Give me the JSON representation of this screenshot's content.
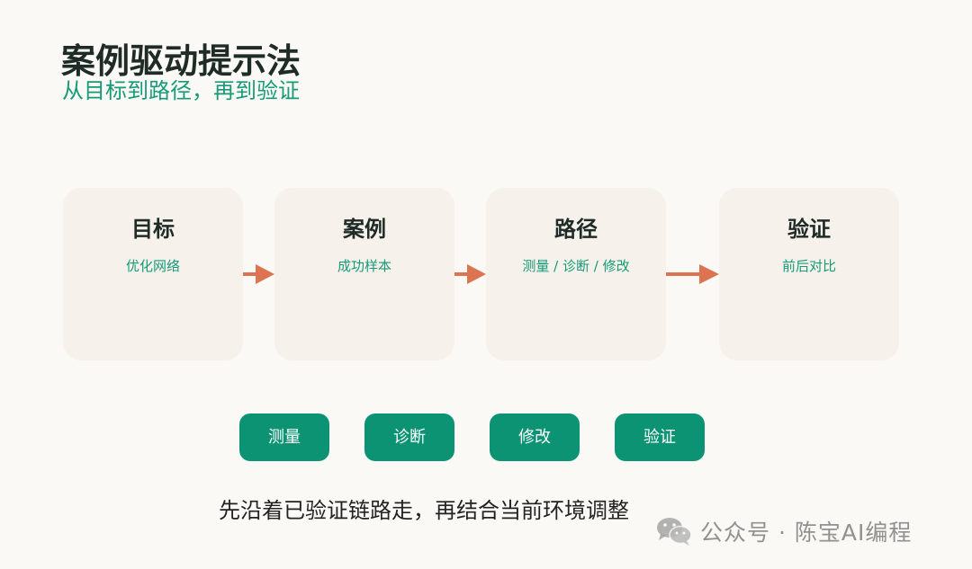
{
  "header": {
    "title": "案例驱动提示法",
    "subtitle": "从目标到路径，再到验证"
  },
  "cards": [
    {
      "title": "目标",
      "desc": "优化网络"
    },
    {
      "title": "案例",
      "desc": "成功样本"
    },
    {
      "title": "路径",
      "desc": "测量 / 诊断 / 修改"
    },
    {
      "title": "验证",
      "desc": "前后对比"
    }
  ],
  "steps": [
    "测量",
    "诊断",
    "修改",
    "验证"
  ],
  "tagline": "先沿着已验证链路走，再结合当前环境调整",
  "watermark": {
    "text": "公众号 · 陈宝AI编程",
    "icon": "wechat-icon"
  },
  "colors": {
    "accent_green": "#0c9373",
    "subtitle_green": "#169a78",
    "arrow_orange": "#dc7451",
    "card_bg": "#f6f2eb",
    "page_bg": "#faf9f5"
  }
}
